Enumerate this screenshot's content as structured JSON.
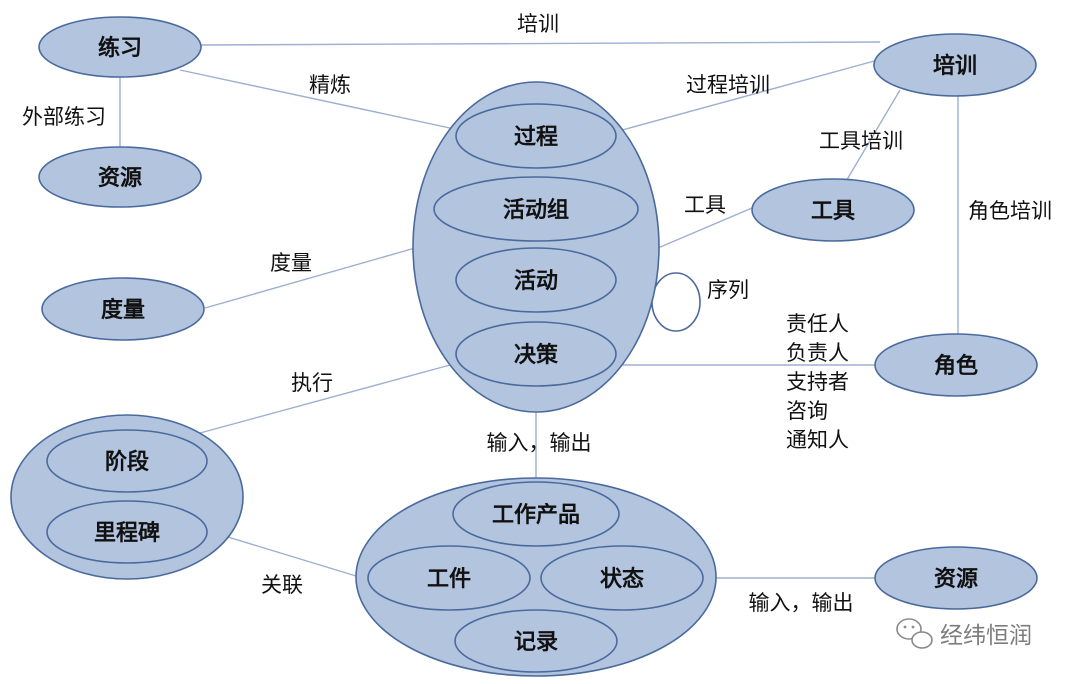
{
  "nodes": {
    "lianxi": "练习",
    "ziyuan_left": "资源",
    "peixun": "培训",
    "gongju": "工具",
    "duliang": "度量",
    "juese": "角色",
    "ziyuan_right": "资源",
    "guocheng": "过程",
    "huodongzu": "活动组",
    "huodong": "活动",
    "juece": "决策",
    "jieduan": "阶段",
    "lichengbei": "里程碑",
    "gongzuochanpin": "工作产品",
    "gongjian": "工件",
    "zhuangtai": "状态",
    "jilu": "记录"
  },
  "edge_labels": {
    "peixun_top": "培训",
    "jinglian": "精炼",
    "waibulianxi": "外部练习",
    "guochengpeixun": "过程培训",
    "gongjupeixun": "工具培训",
    "gongju": "工具",
    "juesepeixun": "角色培训",
    "duliang": "度量",
    "xulie": "序列",
    "raci": [
      "责任人",
      "负责人",
      "支持者",
      "咨询",
      "通知人"
    ],
    "zhixing": "执行",
    "shuru_top": "输入，输出",
    "guanlian": "关联",
    "shuru_bottom": "输入，输出"
  },
  "watermark": "经纬恒润"
}
